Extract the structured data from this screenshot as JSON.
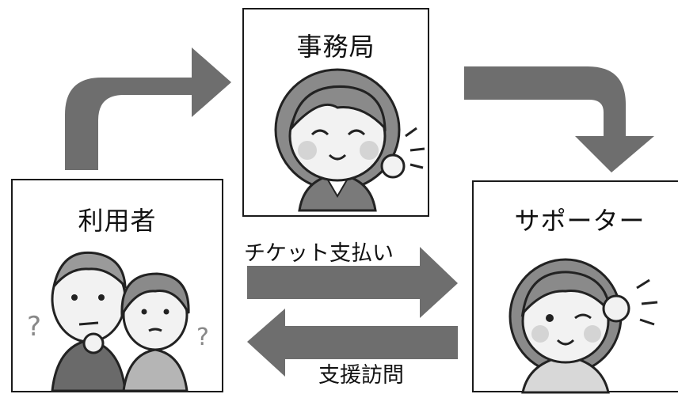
{
  "nodes": {
    "office": {
      "title": "事務局"
    },
    "user": {
      "title": "利用者"
    },
    "supporter": {
      "title": "サポーター"
    }
  },
  "edges": {
    "ticket": {
      "label": "チケット支払い"
    },
    "visit": {
      "label": "支援訪問"
    }
  },
  "colors": {
    "arrow": "#6e6e6e",
    "border": "#1a1a1a",
    "text": "#111111",
    "skin": "#f2f2f2",
    "hair": "#8a8a8a"
  },
  "icons": [
    "question-mark-icon",
    "sparkle-lines-icon"
  ]
}
